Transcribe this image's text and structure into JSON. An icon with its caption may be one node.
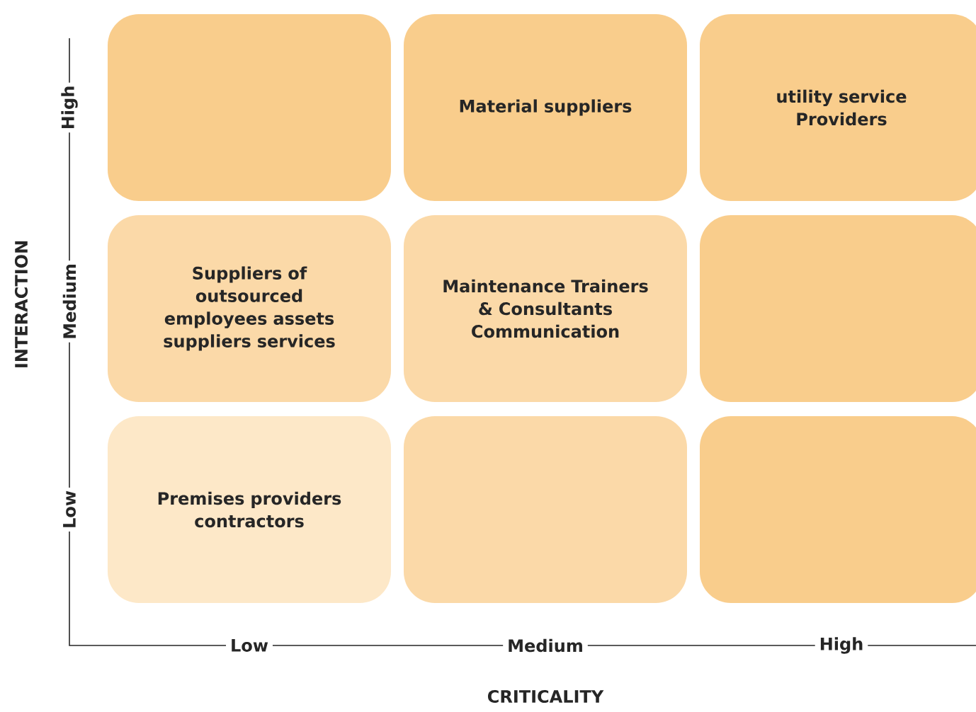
{
  "diagram": {
    "nodes": [
      {
        "text": [],
        "shape": "box"
      },
      {
        "text": [
          "Material suppliers"
        ]
      },
      {
        "text": [
          "utility service Providers"
        ]
      },
      {
        "text": [
          "Suppliers of outsourced employees assets suppliers services"
        ]
      },
      {
        "text": [
          "Maintenance Trainers & Consultants Communication"
        ]
      },
      {
        "text": [],
        "shape": "box"
      },
      {
        "text": [
          "Premises providers contractors"
        ]
      },
      {
        "text": [],
        "shape": "box"
      },
      {
        "text": [],
        "shape": "box"
      }
    ],
    "labels": [
      "High",
      "Medium",
      "Low",
      "INTERACTION",
      "Low",
      "Medium",
      "High",
      "CRITICALITY"
    ]
  }
}
